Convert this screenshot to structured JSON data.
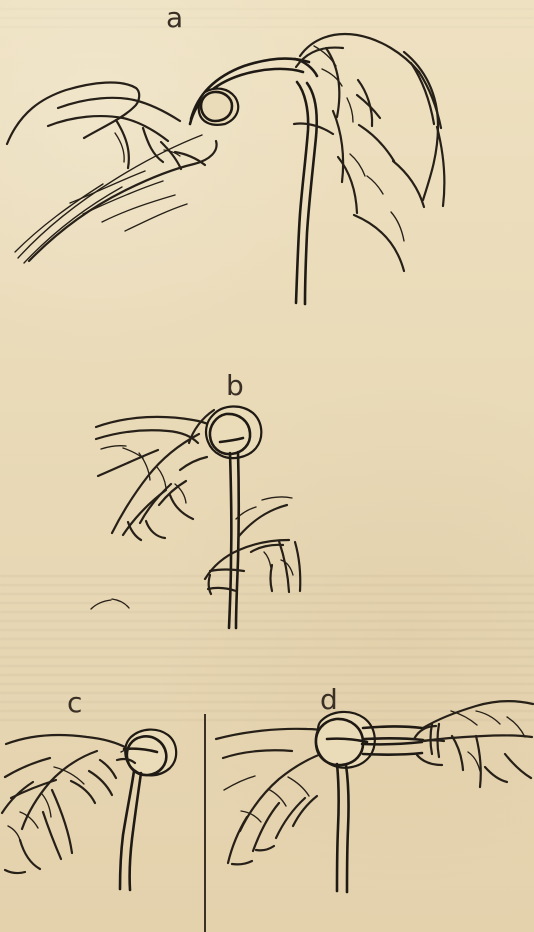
{
  "panels": {
    "a": "a",
    "b": "b",
    "c": "c",
    "d": "d"
  },
  "colors": {
    "paper": "#eadbb9",
    "ink": "#262018"
  }
}
